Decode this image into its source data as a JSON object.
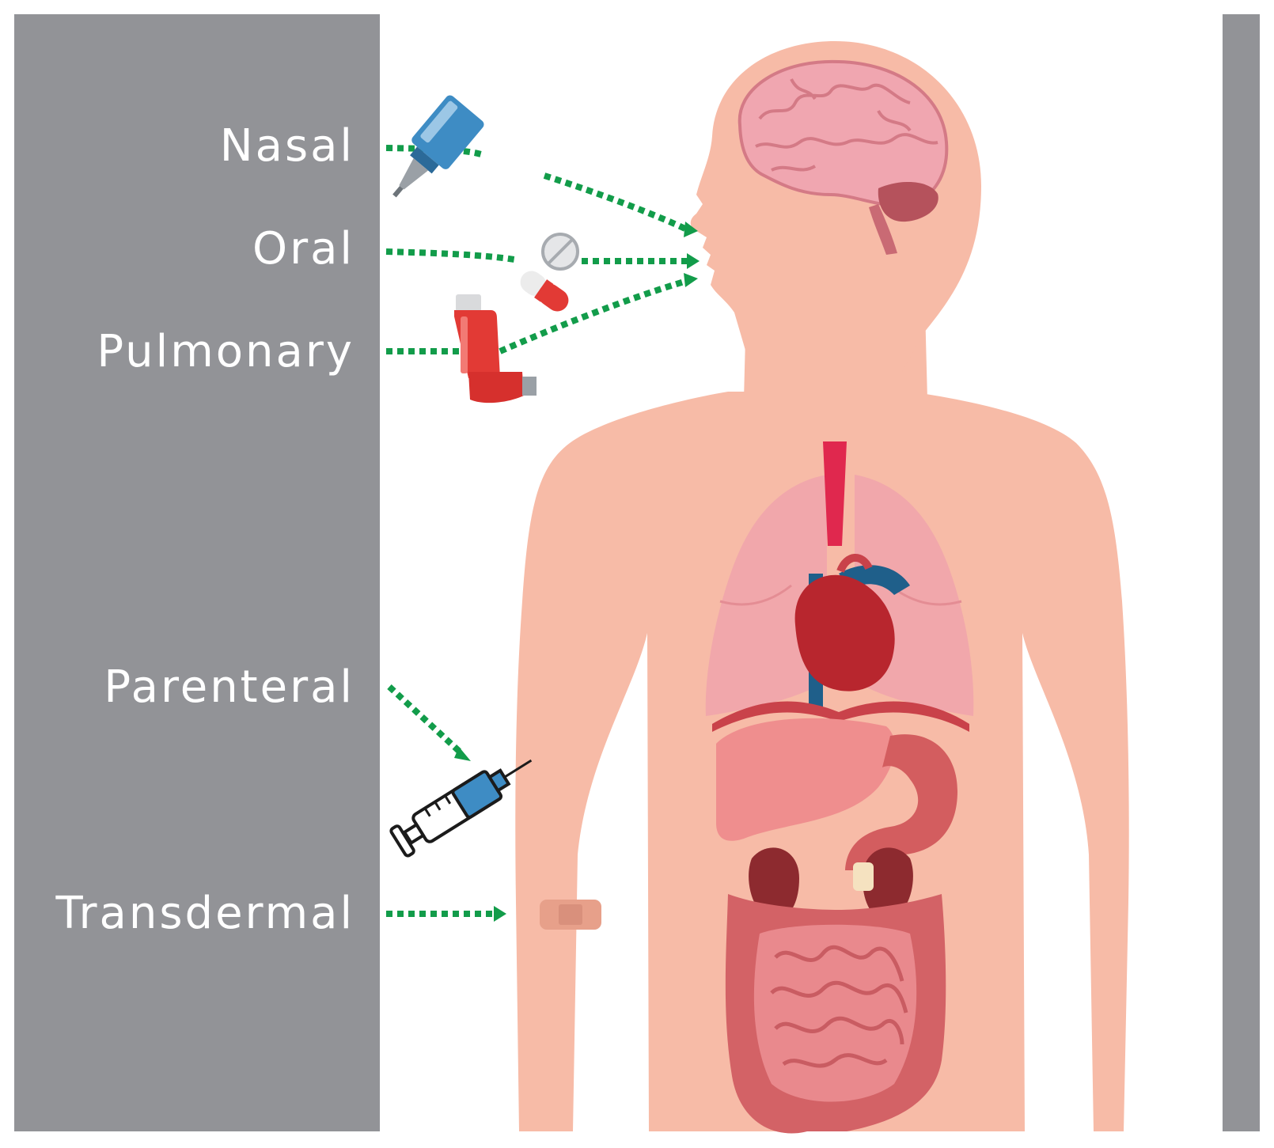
{
  "routes": {
    "nasal": "Nasal",
    "oral": "Oral",
    "pulmonary": "Pulmonary",
    "parenteral": "Parenteral",
    "transdermal": "Transdermal"
  },
  "colors": {
    "panel": "#929397",
    "arrow": "#129c4a",
    "skin": "#f7bba7",
    "lungs": "#f1a7ab",
    "heart": "#b8262e",
    "vessel": "#1f5f8a",
    "liver": "#ef8e8e",
    "stomach": "#d35d5f",
    "kidney": "#8d2a2f",
    "intestine": "#e9898d",
    "spray": "#3e8cc4",
    "inhaler": "#e23a35"
  },
  "icons": [
    "brain-icon",
    "nasal-spray-icon",
    "tablet-icon",
    "capsule-icon",
    "inhaler-icon",
    "syringe-icon",
    "patch-icon"
  ]
}
